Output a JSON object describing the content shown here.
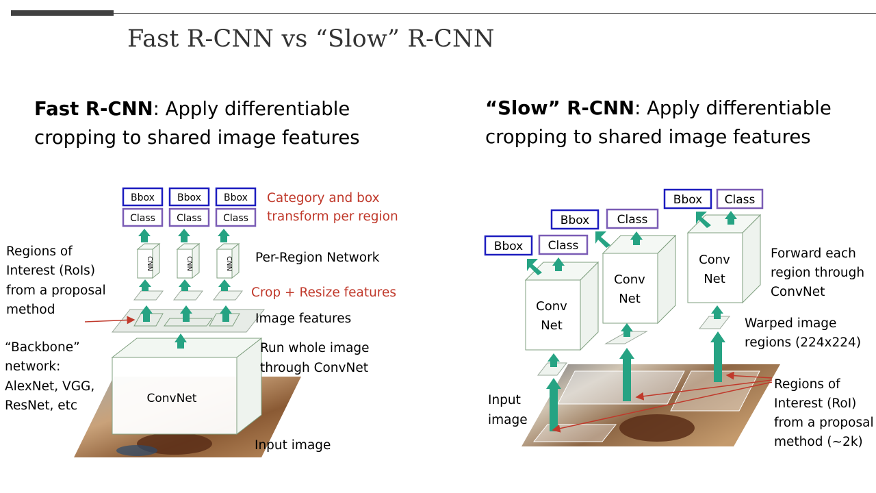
{
  "title": "Fast R-CNN vs “Slow” R-CNN",
  "left": {
    "heading_bold": "Fast R-CNN",
    "heading_line1": ": Apply differentiable",
    "heading_line2": "cropping to shared image features",
    "outputs": [
      {
        "bbox": "Bbox",
        "class": "Class"
      },
      {
        "bbox": "Bbox",
        "class": "Class"
      },
      {
        "bbox": "Bbox",
        "class": "Class"
      }
    ],
    "cnn_label": "CNN",
    "convnet_label": "ConvNet",
    "category_label": [
      "Category and box",
      "transform per region"
    ],
    "per_region_label": "Per-Region Network",
    "crop_label": "Crop + Resize features",
    "image_features_label": "Image features",
    "run_label": [
      "Run whole image",
      "through ConvNet"
    ],
    "input_label": "Input image",
    "rois_label": [
      "Regions of",
      "Interest (RoIs)",
      "from a proposal",
      "method"
    ],
    "backbone_label": [
      "“Backbone”",
      "network:",
      "AlexNet, VGG,",
      "ResNet, etc"
    ]
  },
  "right": {
    "heading_bold": "“Slow” R-CNN",
    "heading_line1": ": Apply differentiable",
    "heading_line2": "cropping to shared image features",
    "outputs": [
      {
        "bbox": "Bbox",
        "class": "Class"
      },
      {
        "bbox": "Bbox",
        "class": "Class"
      },
      {
        "bbox": "Bbox",
        "class": "Class"
      }
    ],
    "conv_label": [
      "Conv",
      "Net"
    ],
    "forward_label": [
      "Forward each",
      "region through",
      "ConvNet"
    ],
    "warped_label": [
      "Warped image",
      "regions (224x224)"
    ],
    "input_label": [
      "Input",
      "image"
    ],
    "rois_label": [
      "Regions of",
      "Interest (RoI)",
      "from a proposal",
      "method (~2k)"
    ]
  },
  "colors": {
    "arrow": "#26a383",
    "bbox_border": "#1c1cbf",
    "class_border": "#7a5cb5",
    "red_text": "#c0392b",
    "box_edge": "#7f9f7f"
  }
}
